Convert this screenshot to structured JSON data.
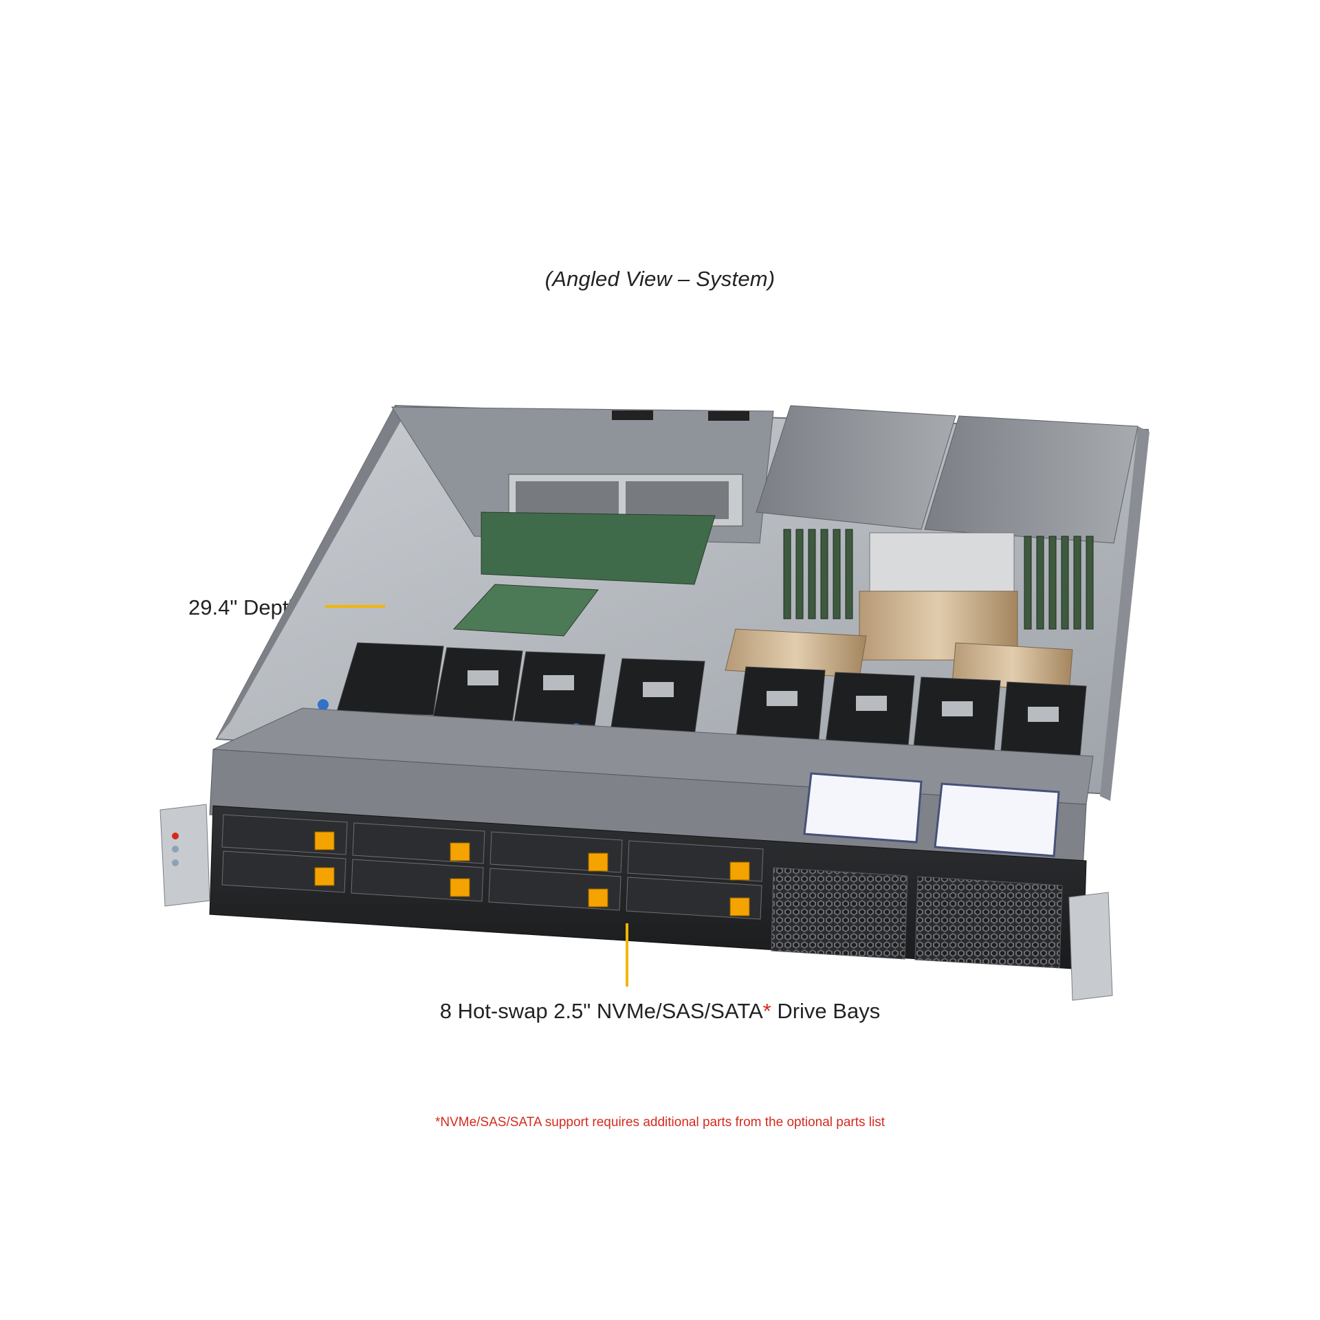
{
  "title": "(Angled View – System)",
  "callouts": {
    "depth": "29.4\" Depth",
    "bays_main": "8 Hot-swap 2.5\" NVMe/SAS/SATA",
    "bays_asterisk": "*",
    "bays_tail": " Drive Bays"
  },
  "footnote": "*NVMe/SAS/SATA support requires additional parts from the optional parts list",
  "colors": {
    "callout_line": "#f2b600",
    "drive_latch": "#f5a300",
    "footnote": "#d42a1e",
    "chassis": "#8d9096"
  }
}
